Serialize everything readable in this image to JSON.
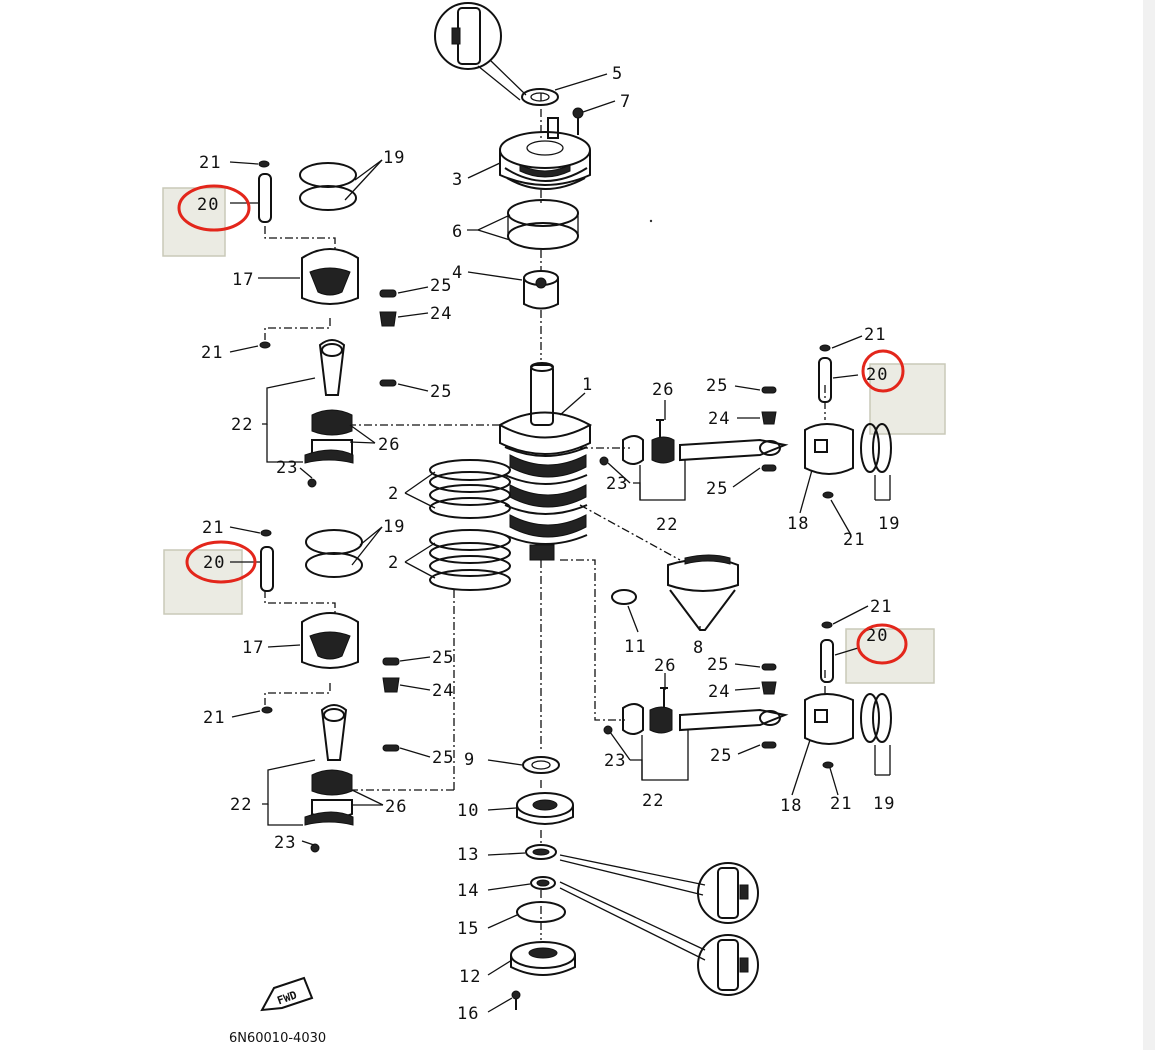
{
  "diagram": {
    "code": "6N60010-4030",
    "fwd_label": "FWD",
    "highlight_color": "#e3261b",
    "labels": {
      "l1": "1",
      "l2a": "2",
      "l2b": "2",
      "l3": "3",
      "l4": "4",
      "l5": "5",
      "l6": "6",
      "l7": "7",
      "l8": "8",
      "l9": "9",
      "l10": "10",
      "l11": "11",
      "l12": "12",
      "l13": "13",
      "l14": "14",
      "l15": "15",
      "l16": "16",
      "l17a": "17",
      "l17b": "17",
      "l18a": "18",
      "l18b": "18",
      "l19a": "19",
      "l19b": "19",
      "l19c": "19",
      "l19d": "19",
      "l20a": "20",
      "l20b": "20",
      "l20c": "20",
      "l20d": "20",
      "l21a": "21",
      "l21b": "21",
      "l21c": "21",
      "l21d": "21",
      "l21e": "21",
      "l21f": "21",
      "l21g": "21",
      "l21h": "21",
      "l22a": "22",
      "l22b": "22",
      "l22c": "22",
      "l22d": "22",
      "l23a": "23",
      "l23b": "23",
      "l23c": "23",
      "l23d": "23",
      "l24a": "24",
      "l24b": "24",
      "l24c": "24",
      "l24d": "24",
      "l25a": "25",
      "l25b": "25",
      "l25c": "25",
      "l25d": "25",
      "l25e": "25",
      "l25f": "25",
      "l25g": "25",
      "l25h": "25",
      "l26a": "26",
      "l26b": "26",
      "l26c": "26",
      "l26d": "26"
    }
  }
}
